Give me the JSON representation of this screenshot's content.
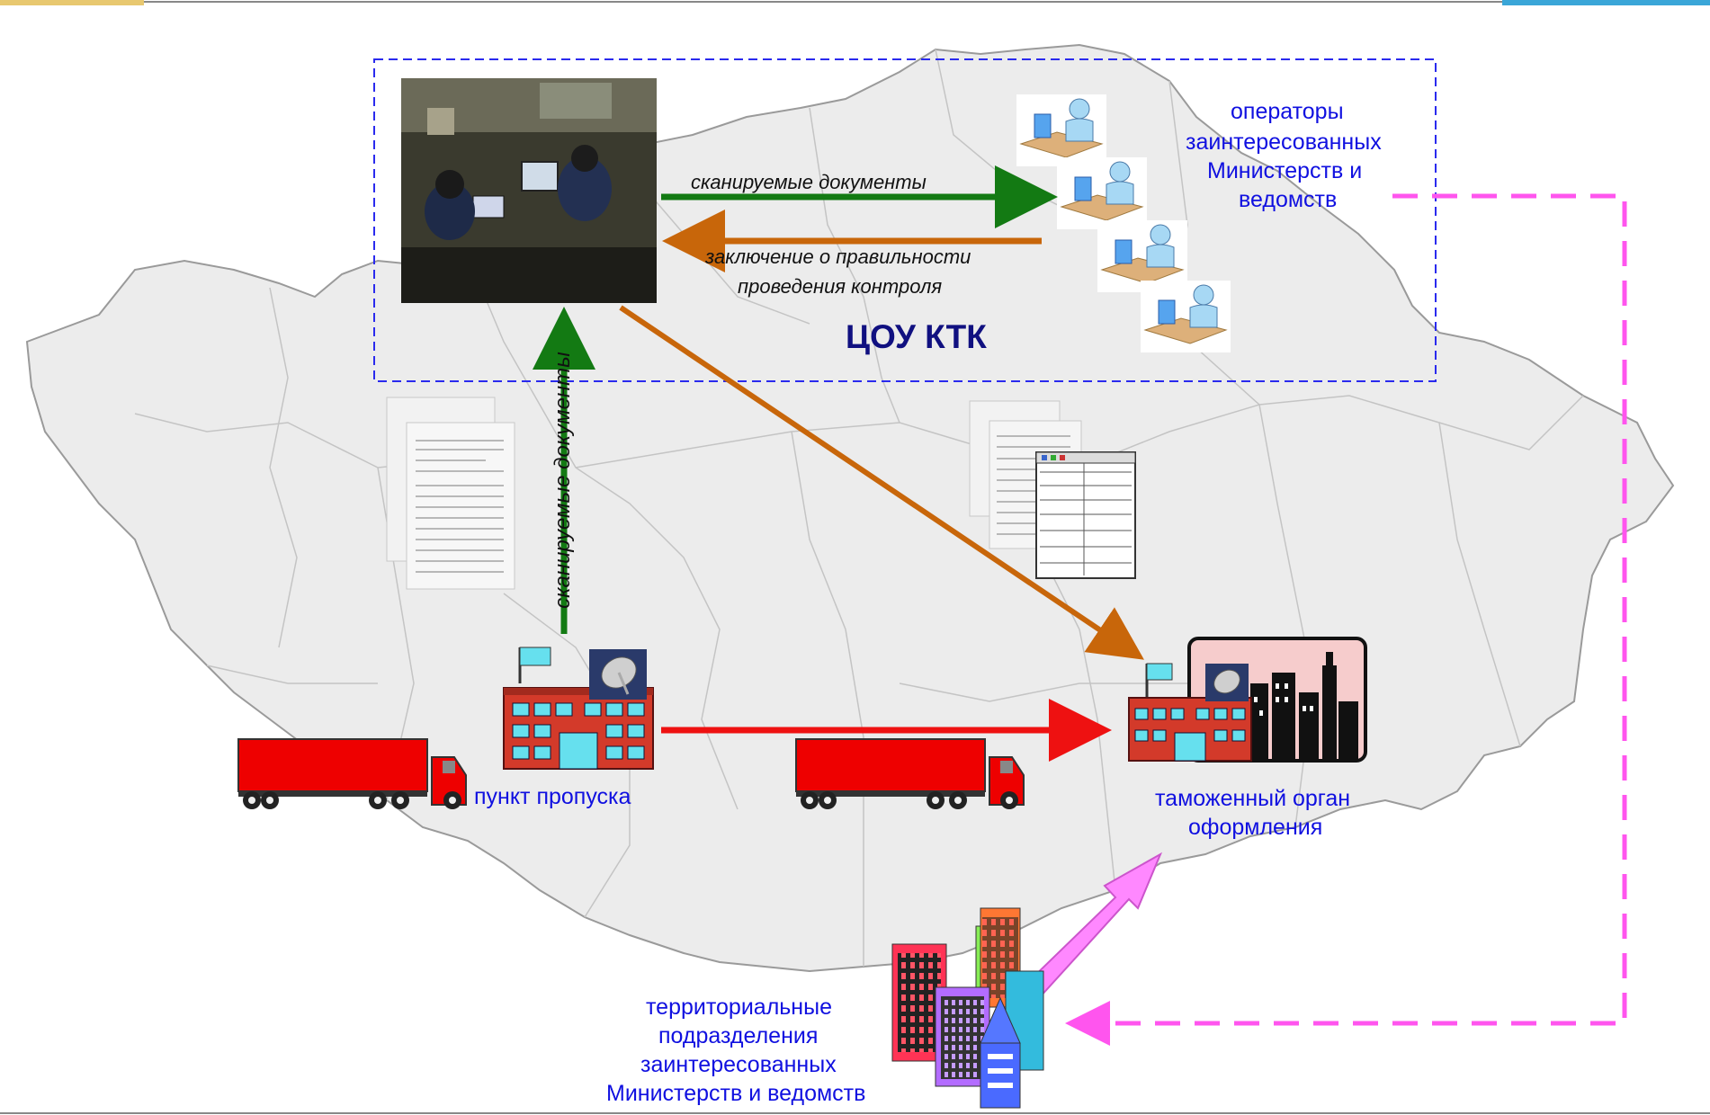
{
  "labels": {
    "scanned_docs_top": "сканируемые документы",
    "conclusion_line1": "заключение о правильности",
    "conclusion_line2": "проведения контроля",
    "center_name": "ЦОУ КТК",
    "scanned_docs_vertical": "сканируемые документы",
    "checkpoint": "пункт пропуска",
    "customs_line1": "таможенный орган",
    "customs_line2": "оформления",
    "operators_line1": "операторы",
    "operators_line2": "заинтересованных",
    "operators_line3": "Министерств и",
    "operators_line4": "ведомств",
    "territorial_line1": "территориальные",
    "territorial_line2": "подразделения",
    "territorial_line3": "заинтересованных",
    "territorial_line4": "Министерств и ведомств"
  },
  "colors": {
    "map_fill": "#ececec",
    "map_stroke": "#b8b8b8",
    "green_arrow": "#137a13",
    "orange_arrow": "#c8660a",
    "red_arrow": "#ee1111",
    "pink_dashed": "#ff55ee",
    "pink_arrow": "#ff88ff",
    "box_dashed": "#2a2aee",
    "truck_red": "#ee0000",
    "label_blue": "#1010e0",
    "center_label": "#101080"
  },
  "icons": [
    "photo-control-room",
    "operator-workstation-icon",
    "document-scan-icon",
    "checkpoint-building-icon",
    "satellite-dish-icon",
    "truck-icon",
    "customs-office-icon",
    "city-skyline-icon",
    "office-towers-icon"
  ]
}
